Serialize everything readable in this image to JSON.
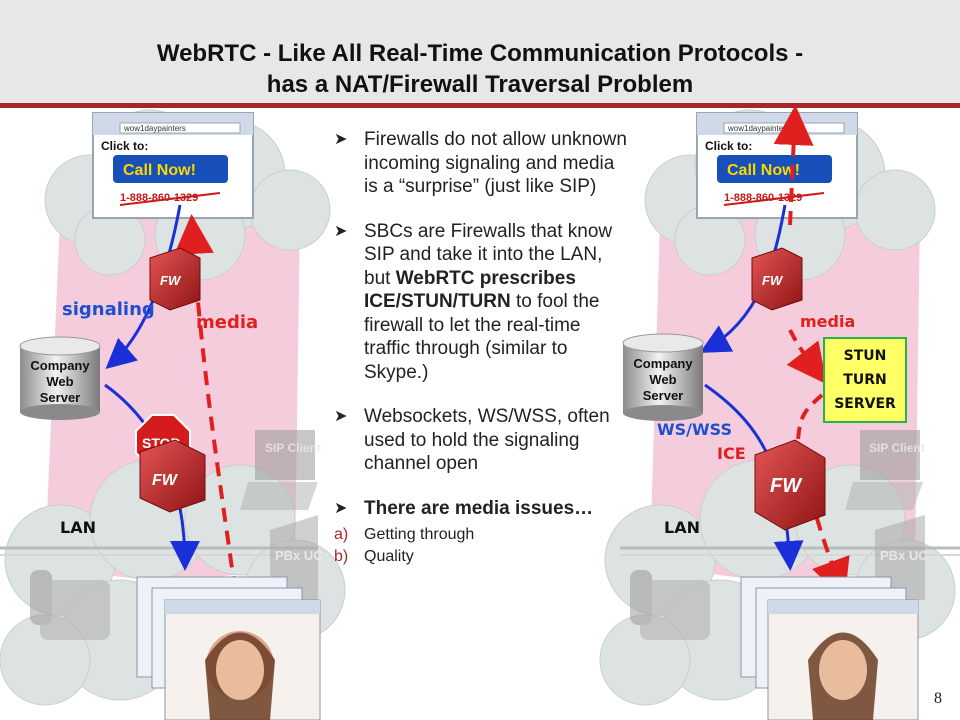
{
  "title": {
    "line1": "WebRTC - Like All Real-Time Communication Protocols -",
    "line2": "has a NAT/Firewall Traversal Problem"
  },
  "bullets": {
    "b1": "Firewalls do not allow unknown incoming signaling and media is a “surprise” (just like SIP)",
    "b2_pre": "SBCs are Firewalls that know SIP and take it into the LAN, but ",
    "b2_bold1": "WebRTC prescribes ICE/STUN/TURN",
    "b2_post": " to fool the firewall to let the real-time traffic through (similar to Skype.)",
    "b3": "Websockets, WS/WSS, often used to hold the signaling channel open",
    "b4": "There are media issues…",
    "sub": [
      {
        "label": "a)",
        "text": "Getting through"
      },
      {
        "label": "b)",
        "text": "Quality"
      }
    ]
  },
  "left_diagram": {
    "signaling": "signaling",
    "media": "media",
    "server": [
      "Company",
      "Web",
      "Server"
    ],
    "lan": "LAN",
    "stop": "STOP",
    "fw": "FW",
    "browser_click": "Click to:",
    "browser_call": "Call Now!",
    "browser_phone": "1-888-860-1329",
    "browser_url": "wow1daypainters",
    "sip_client": "SIP Client",
    "pbx": "PBx UC"
  },
  "right_diagram": {
    "media": "media",
    "server": [
      "Company",
      "Web",
      "Server"
    ],
    "stun_box": [
      "STUN",
      "TURN",
      "SERVER"
    ],
    "ws": "WS/WSS",
    "ice": "ICE",
    "lan": "LAN",
    "fw": "FW",
    "browser_click": "Click to:",
    "browser_call": "Call Now!",
    "browser_phone": "1-888-860-1329",
    "browser_url": "wow1daypainters",
    "sip_client": "SIP Client",
    "pbx": "PBx UC"
  },
  "page_number": "8",
  "colors": {
    "accent": "#a6262b",
    "signal_blue": "#1b2fd8",
    "media_red": "#e0201e",
    "label_blue": "#1f4fd0",
    "cloud_white": "#dde3e3",
    "cloud_pink": "#f4c7d8",
    "stun_fill": "#ffff66"
  }
}
